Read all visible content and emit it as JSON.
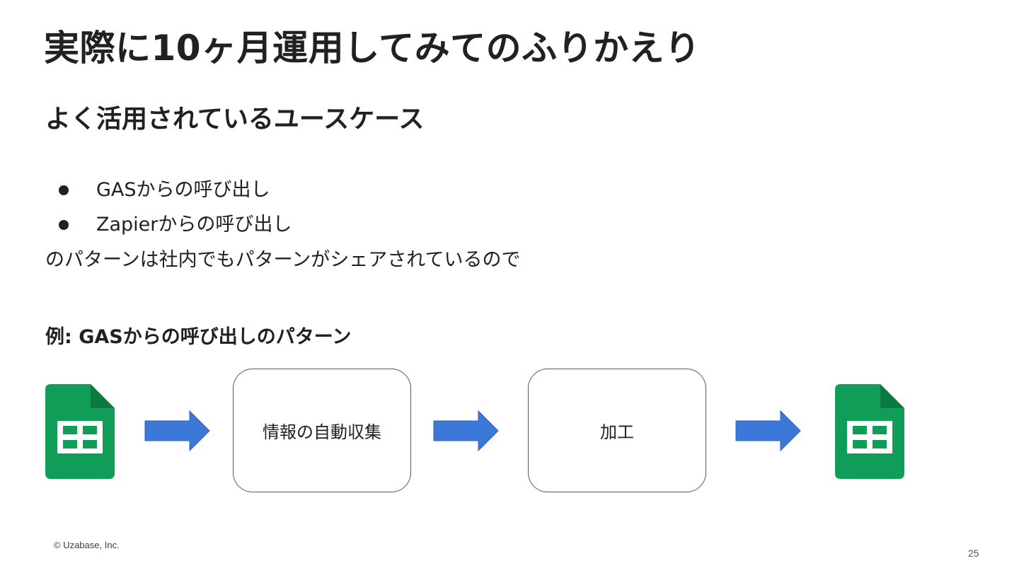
{
  "slide": {
    "title": "実際に10ヶ月運用してみてのふりかえり",
    "subtitle": "よく活用されているユースケース",
    "bullets": [
      {
        "label": "GASからの呼び出し"
      },
      {
        "label": "Zapierからの呼び出し"
      }
    ],
    "body_text": "のパターンは社内でもパターンがシェアされているので",
    "example_heading": "例: GASからの呼び出しのパターン",
    "flow": {
      "start_icon": "google-sheets-icon",
      "steps": [
        {
          "label": "情報の自動収集"
        },
        {
          "label": "加工"
        }
      ],
      "end_icon": "google-sheets-icon",
      "arrow_icon": "right-arrow-icon"
    },
    "footer": {
      "copyright": "© Uzabase, Inc.",
      "page_number": "25"
    }
  },
  "colors": {
    "text": "#212121",
    "sheets_green": "#0F9D58",
    "sheets_fold": "#0B7A3E",
    "arrow_blue": "#3C78D8",
    "arrow_border": "#2F62B5",
    "box_border": "#595959"
  }
}
